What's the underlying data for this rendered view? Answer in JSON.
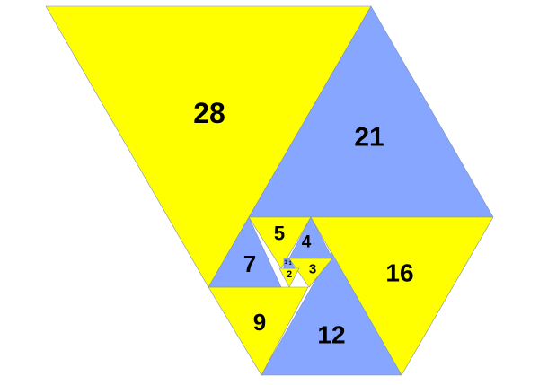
{
  "colors": {
    "yellow": "#ffff00",
    "blue": "#87a6ff",
    "text": "#000000",
    "background": "#ffffff"
  },
  "triangles": [
    {
      "id": "tri-28",
      "label": "28",
      "fill": "yellow"
    },
    {
      "id": "tri-21",
      "label": "21",
      "fill": "blue"
    },
    {
      "id": "tri-16",
      "label": "16",
      "fill": "yellow"
    },
    {
      "id": "tri-12",
      "label": "12",
      "fill": "blue"
    },
    {
      "id": "tri-9",
      "label": "9",
      "fill": "yellow"
    },
    {
      "id": "tri-7",
      "label": "7",
      "fill": "blue"
    },
    {
      "id": "tri-5",
      "label": "5",
      "fill": "yellow"
    },
    {
      "id": "tri-4",
      "label": "4",
      "fill": "blue"
    },
    {
      "id": "tri-3",
      "label": "3",
      "fill": "yellow"
    },
    {
      "id": "tri-2",
      "label": "2",
      "fill": "yellow"
    },
    {
      "id": "tri-1a",
      "label": "1",
      "fill": "blue"
    },
    {
      "id": "tri-1b",
      "label": "1",
      "fill": "blue"
    }
  ]
}
